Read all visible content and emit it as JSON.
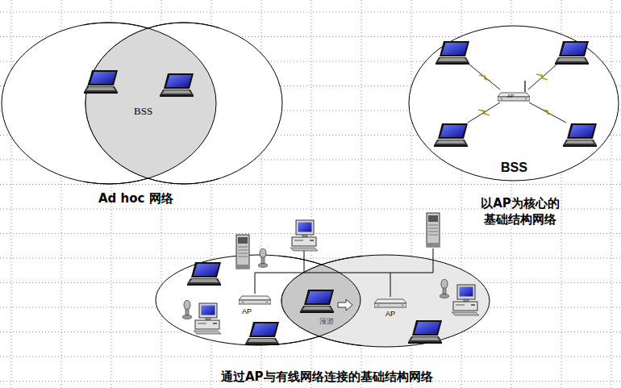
{
  "diagram": {
    "nodes": [
      {
        "text": [
          "BSS"
        ]
      },
      {
        "text": [
          "BSS"
        ]
      },
      {
        "text": [
          "漫游"
        ]
      }
    ],
    "labels": [
      "AP",
      "Ad hoc 网络",
      "以AP为核心的 基础结构网络",
      "AP",
      "AP",
      "通过AP与有线网络连接的基础结构网络"
    ]
  }
}
